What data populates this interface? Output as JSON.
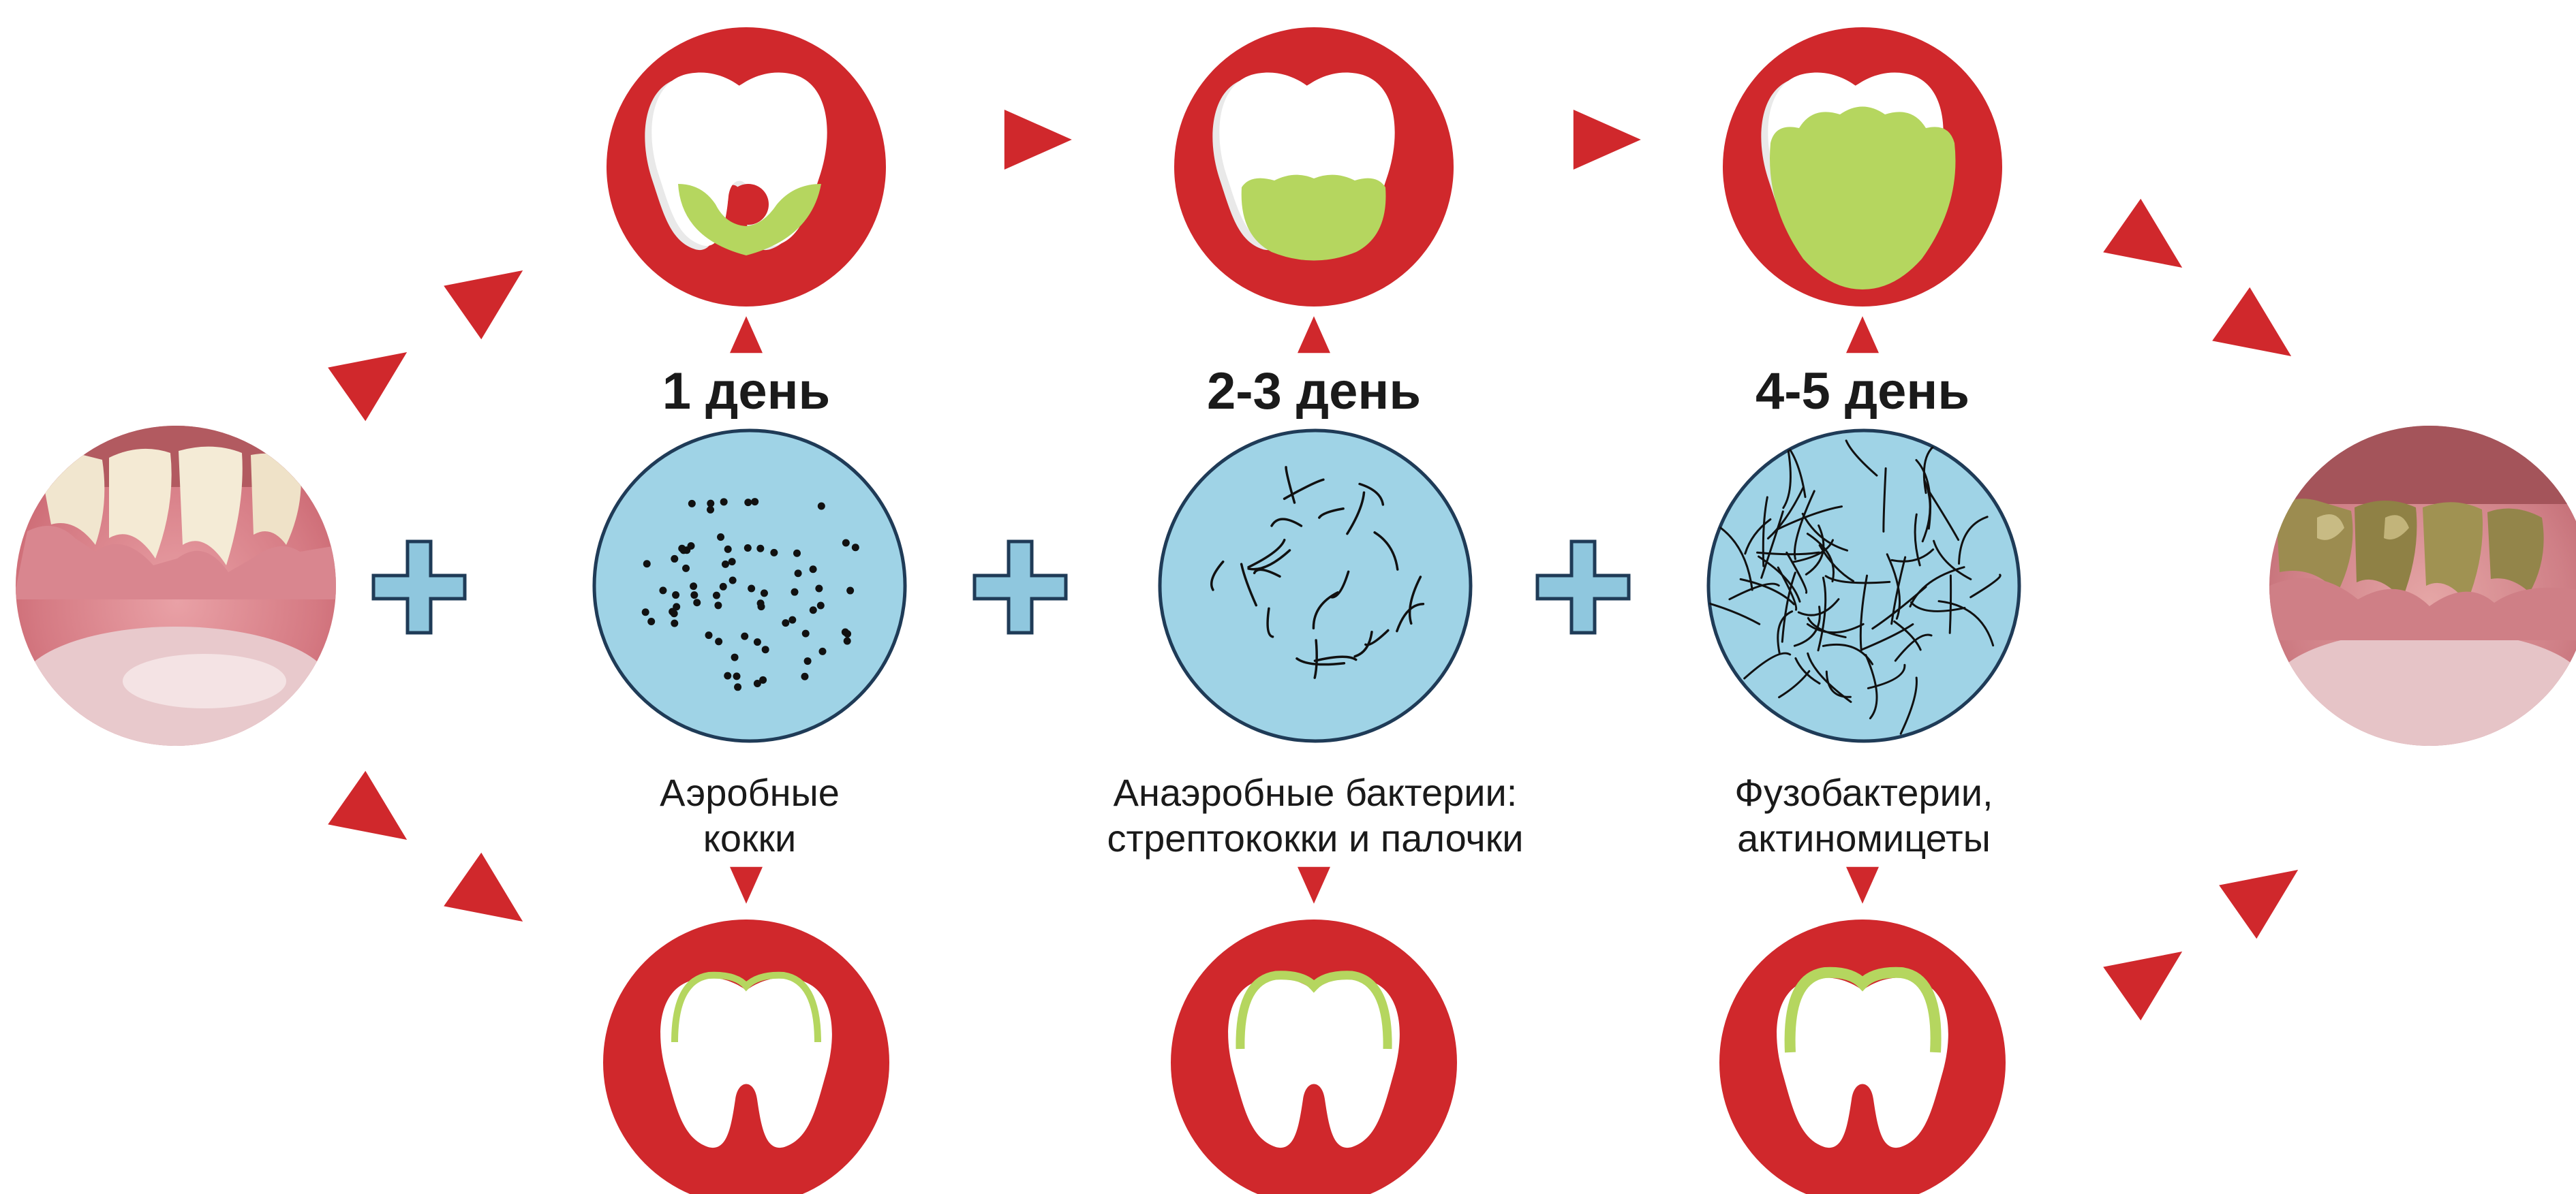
{
  "colors": {
    "red": "#d0282c",
    "plaque": "#b5d65f",
    "micro_bg": "#9fd3e6",
    "plus": "#8fc7de",
    "outline": "#1f3b57"
  },
  "photos": {
    "left": "healthy-gums-photo",
    "right": "tartar-teeth-photo"
  },
  "stages": [
    {
      "title": "1 день",
      "caption_line1": "Аэробные",
      "caption_line2": "кокки",
      "plaque_level": "small",
      "bacteria": "cocci"
    },
    {
      "title": "2-3 день",
      "caption_line1": "Анаэробные бактерии:",
      "caption_line2": "стрептококки и палочки",
      "plaque_level": "medium",
      "bacteria": "rods"
    },
    {
      "title": "4-5 день",
      "caption_line1": "Фузобактерии,",
      "caption_line2": "актиномицеты",
      "plaque_level": "large",
      "bacteria": "filaments"
    }
  ]
}
